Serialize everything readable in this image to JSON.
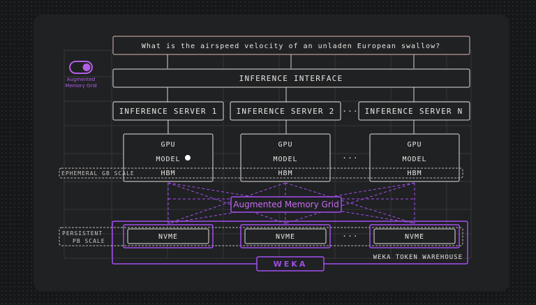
{
  "query": "What is the airspeed velocity of an unladen European swallow?",
  "toggle": {
    "label_line1": "Augmented",
    "label_line2": "Memory Grid",
    "state": "on"
  },
  "interface": "INFERENCE INTERFACE",
  "servers": [
    "INFERENCE SERVER 1",
    "INFERENCE SERVER 2",
    "INFERENCE SERVER N"
  ],
  "ellipsis": "···",
  "gpu": {
    "title": "GPU",
    "model": "MODEL",
    "hbm": "HBM"
  },
  "ephemeral_label": "EPHEMERAL GB SCALE",
  "persistent_label_line1": "PERSISTENT",
  "persistent_label_line2": "PB SCALE",
  "grid_label": "Augmented Memory Grid",
  "nvme": "NVME",
  "warehouse_label": "WEKA TOKEN WAREHOUSE",
  "weka_label": "WEKA",
  "colors": {
    "accent": "#a64ff0",
    "accent_light": "#c86cf0",
    "box_stroke": "#e3dfdb",
    "query_stroke": "#e0b6b6"
  }
}
